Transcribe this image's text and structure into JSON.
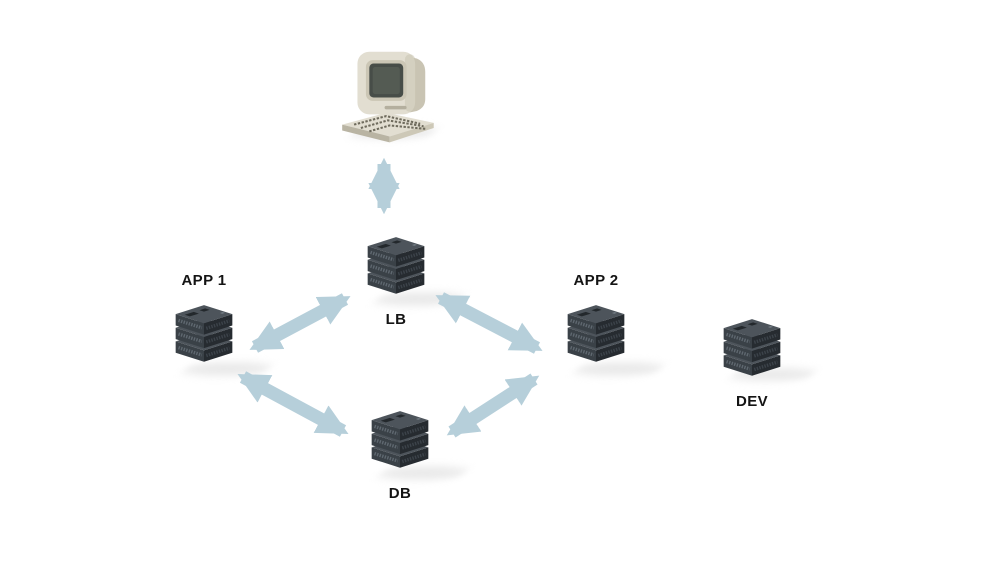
{
  "diagram": {
    "type": "architecture",
    "nodes": {
      "client": {
        "kind": "terminal"
      },
      "lb": {
        "label": "LB",
        "kind": "server"
      },
      "app1": {
        "label": "APP 1",
        "kind": "server"
      },
      "app2": {
        "label": "APP 2",
        "kind": "server"
      },
      "db": {
        "label": "DB",
        "kind": "server"
      },
      "dev": {
        "label": "DEV",
        "kind": "server"
      }
    },
    "edges": [
      {
        "from": "client",
        "to": "lb",
        "style": "bidirectional"
      },
      {
        "from": "app1",
        "to": "lb",
        "style": "bidirectional"
      },
      {
        "from": "lb",
        "to": "app2",
        "style": "bidirectional"
      },
      {
        "from": "app1",
        "to": "db",
        "style": "bidirectional"
      },
      {
        "from": "db",
        "to": "app2",
        "style": "bidirectional"
      }
    ],
    "colors": {
      "arrow": "#b6cfda",
      "server_top": "#4d545b",
      "server_left": "#3a4147",
      "server_right": "#262b30",
      "server_detail": "#23282c",
      "vent_left": "#5f6870",
      "vent_right": "#3c434a",
      "terminal_body": "#e2ded1",
      "terminal_side": "#c9c4b3",
      "terminal_screen": "#474d48",
      "terminal_screen_glow": "#5d655c",
      "label": "#141414",
      "shadow": "#d9d9d9"
    }
  }
}
